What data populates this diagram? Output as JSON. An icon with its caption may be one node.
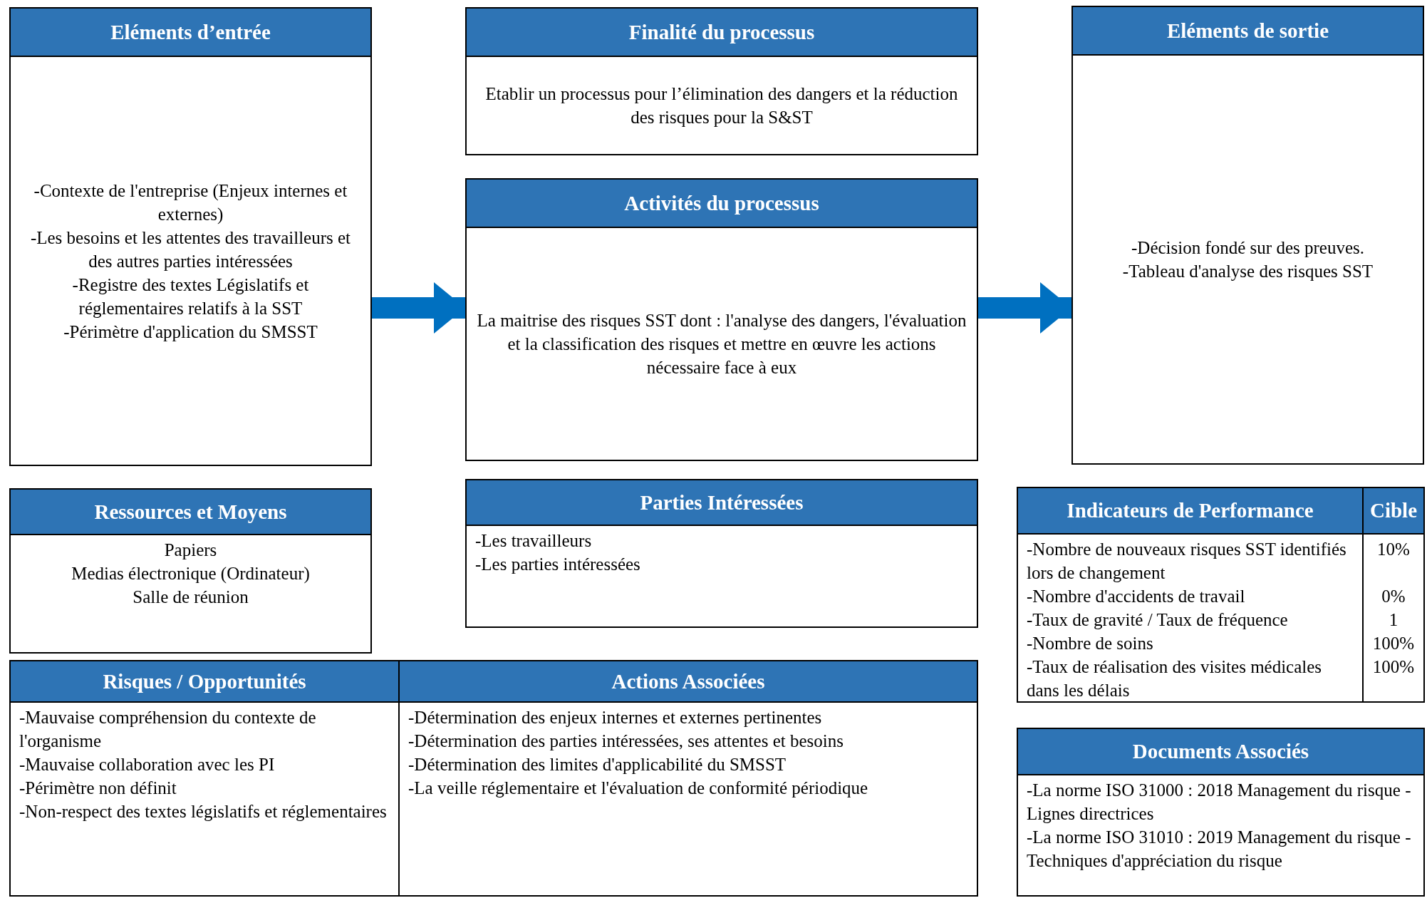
{
  "diagram": {
    "nodes": [
      {
        "text": [
          "Eléments d’entrée",
          "-Contexte de l'entreprise (Enjeux internes et externes)",
          "-Les besoins et les attentes des travailleurs et des autres parties intéressées",
          "-Registre des textes Législatifs et réglementaires relatifs à la SST",
          "-Périmètre d'application du SMSST"
        ]
      },
      {
        "text": [
          "Finalité du processus",
          "Etablir un processus pour l’élimination des dangers et la réduction des risques pour la S&ST"
        ]
      },
      {
        "text": [
          "Activités du processus",
          "La maitrise des risques SST dont : l'analyse des dangers, l'évaluation et la classification des risques et mettre en œuvre les actions nécessaire face à eux"
        ]
      },
      {
        "text": [
          "Eléments de sortie",
          "-Décision fondé sur des preuves.",
          "-Tableau d'analyse des risques SST"
        ]
      },
      {
        "text": [
          "Ressources et Moyens",
          "Papiers",
          "Medias électronique (Ordinateur)",
          "Salle de réunion"
        ]
      },
      {
        "text": [
          "Parties Intéressées",
          "-Les travailleurs",
          "-Les parties intéressées"
        ]
      },
      {
        "text": [
          "Risques / Opportunités",
          "-Mauvaise compréhension du contexte de l'organisme",
          "-Mauvaise collaboration avec les PI",
          "-Périmètre non définit",
          "-Non-respect des textes législatifs et réglementaires"
        ]
      },
      {
        "text": [
          "Actions Associées",
          "-Détermination des enjeux internes et externes pertinentes",
          "-Détermination des parties intéressées, ses attentes et besoins",
          "-Détermination des limites d'applicabilité du SMSST",
          "-La veille réglementaire et l'évaluation de conformité périodique"
        ]
      },
      {
        "text": [
          "Indicateurs de Performance",
          "-Nombre de nouveaux risques SST identifiés lors de changement",
          "-Nombre d'accidents de travail",
          "-Taux de gravité / Taux de fréquence",
          "-Nombre de soins",
          "-Taux de réalisation des visites médicales dans les délais"
        ]
      },
      {
        "text": [
          "Cible",
          "10%",
          "0%",
          "1",
          "100%",
          "100%"
        ]
      },
      {
        "text": [
          "Documents Associés",
          "-La norme ISO 31000 : 2018 Management du risque - Lignes directrices",
          "-La norme ISO 31010 : 2019 Management du risque - Techniques d'appréciation du risque"
        ]
      }
    ],
    "edges": [
      {
        "from": 0,
        "to": 2,
        "arrow": "to"
      },
      {
        "from": 2,
        "to": 3,
        "arrow": "to"
      }
    ]
  }
}
